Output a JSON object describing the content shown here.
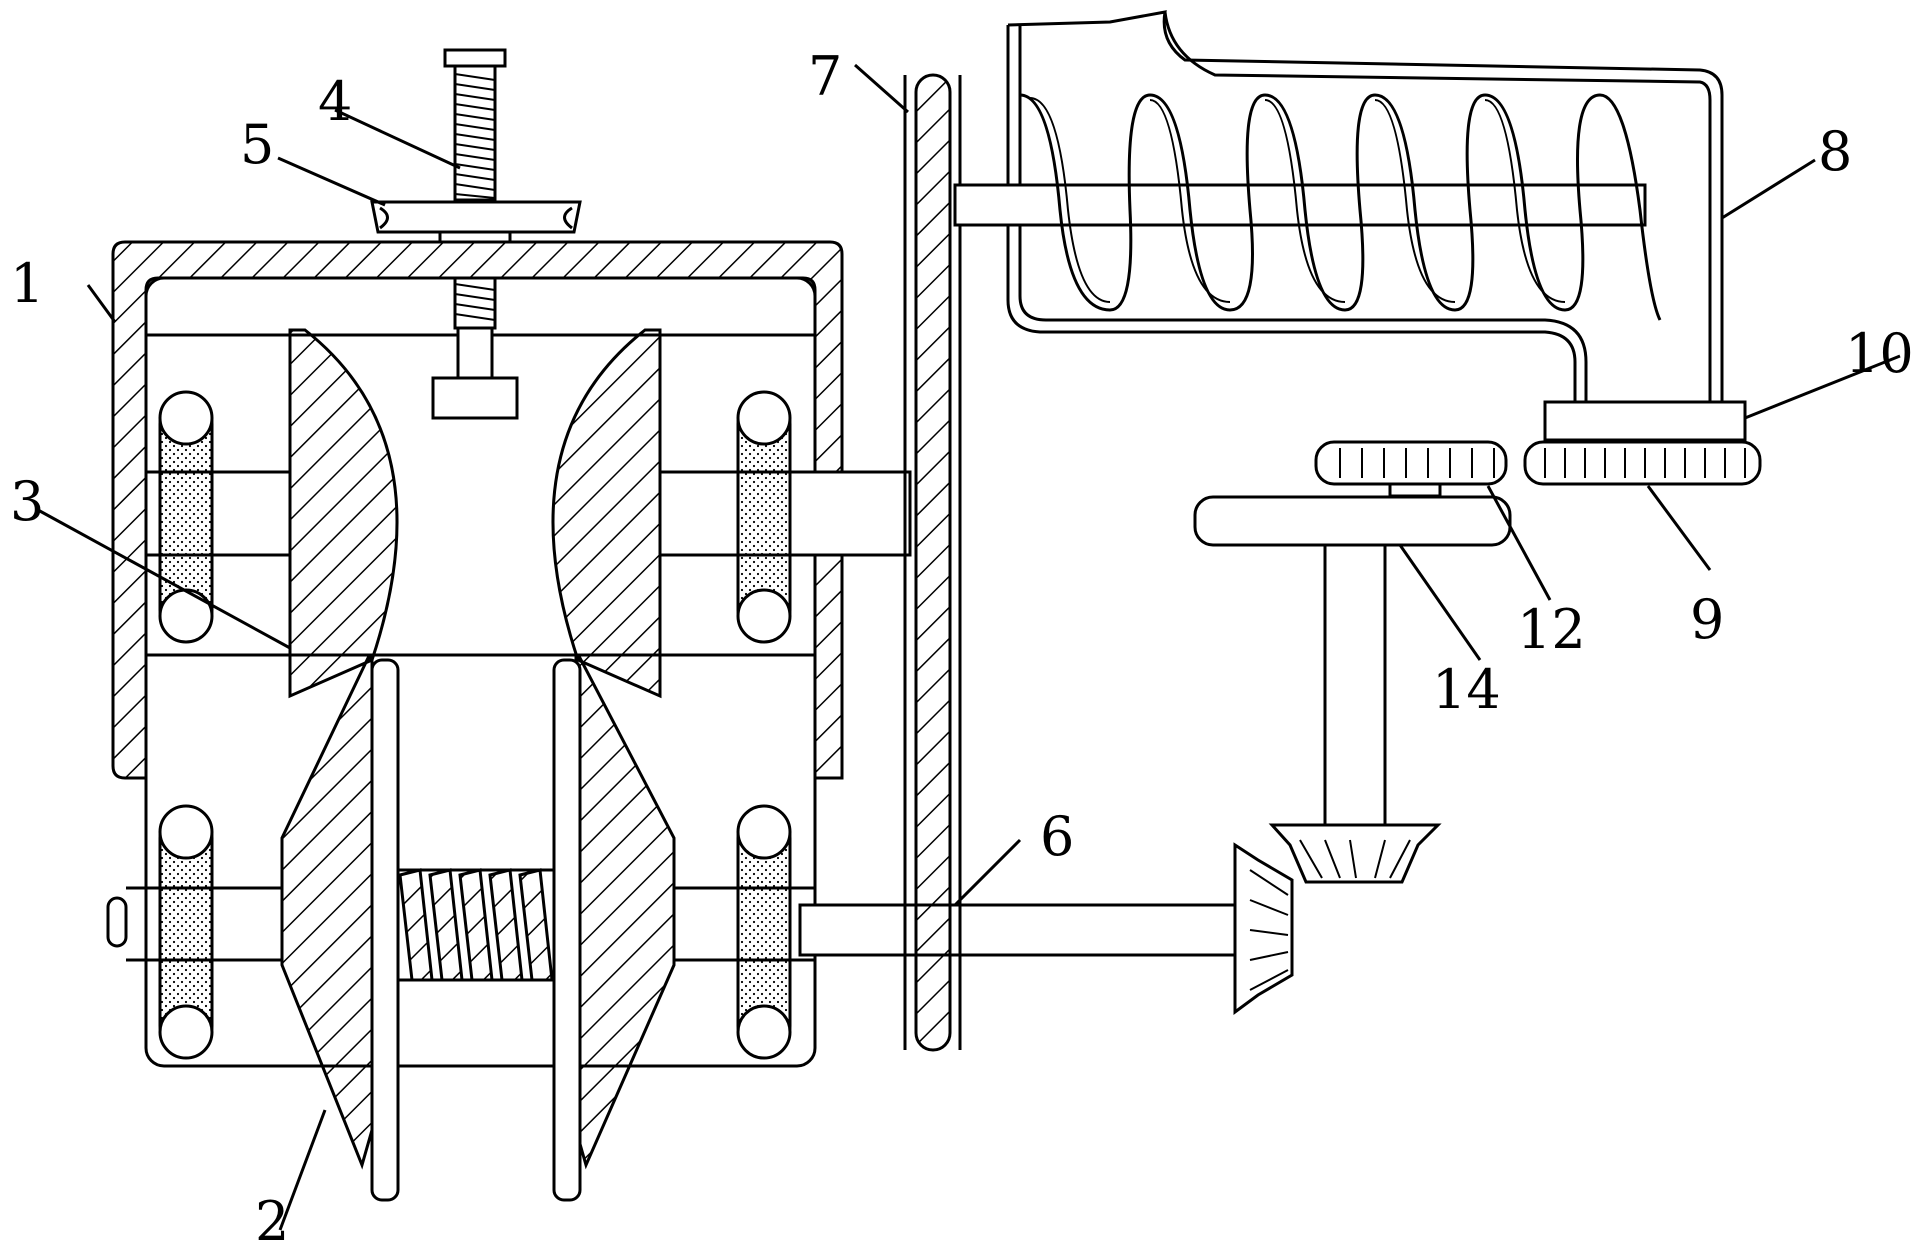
{
  "figure": {
    "callouts": [
      {
        "id": "1",
        "text": "1"
      },
      {
        "id": "2",
        "text": "2"
      },
      {
        "id": "3",
        "text": "3"
      },
      {
        "id": "4",
        "text": "4"
      },
      {
        "id": "5",
        "text": "5"
      },
      {
        "id": "6",
        "text": "6"
      },
      {
        "id": "7",
        "text": "7"
      },
      {
        "id": "8",
        "text": "8"
      },
      {
        "id": "9",
        "text": "9"
      },
      {
        "id": "10",
        "text": "10"
      },
      {
        "id": "12",
        "text": "12"
      },
      {
        "id": "14",
        "text": "14"
      }
    ]
  }
}
